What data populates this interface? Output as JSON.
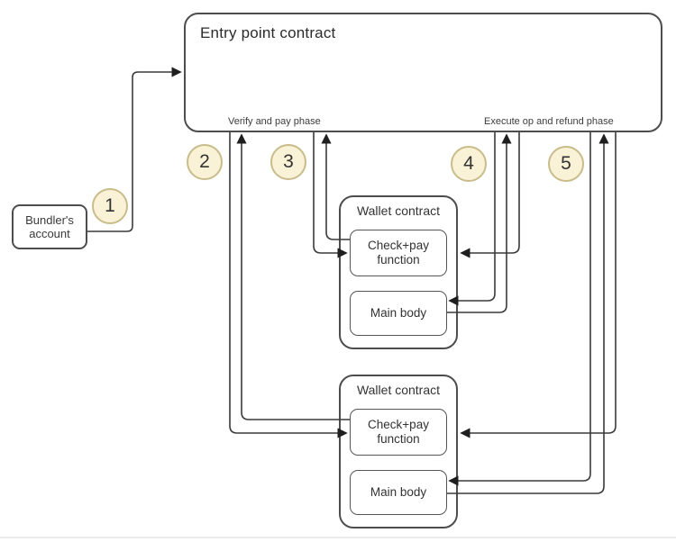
{
  "diagram": {
    "entry_point": {
      "title": "Entry point contract",
      "phase_verify": "Verify and pay phase",
      "phase_execute": "Execute op and refund phase"
    },
    "bundler": {
      "line1": "Bundler's",
      "line2": "account"
    },
    "steps": [
      "1",
      "2",
      "3",
      "4",
      "5"
    ],
    "wallets": [
      {
        "title": "Wallet contract",
        "check_pay_line1": "Check+pay",
        "check_pay_line2": "function",
        "main_body": "Main body"
      },
      {
        "title": "Wallet contract",
        "check_pay_line1": "Check+pay",
        "check_pay_line2": "function",
        "main_body": "Main body"
      }
    ],
    "colors": {
      "step_fill": "#f9f2d6",
      "step_border": "#c9bc8b",
      "box_border": "#4d4d4d",
      "line": "#3a3a3a",
      "text": "#2e2e2e"
    }
  }
}
